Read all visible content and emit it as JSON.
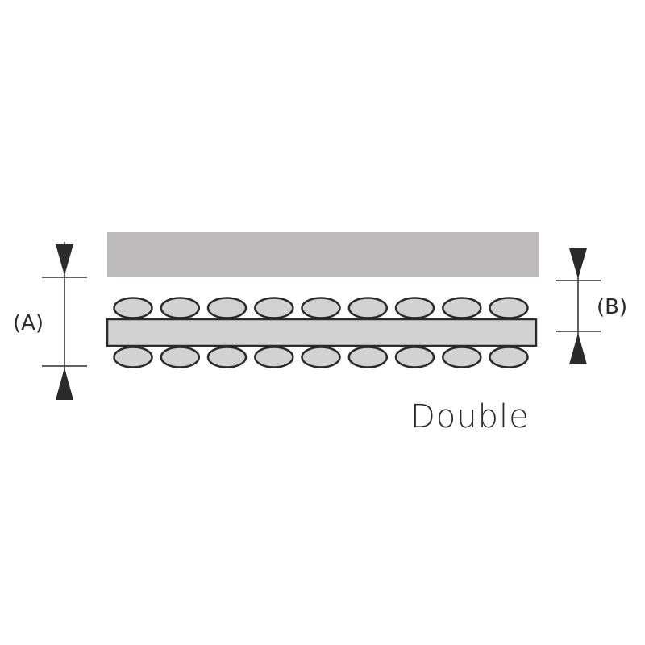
{
  "labels": {
    "dimension_a": "(A)",
    "dimension_b": "(B)",
    "caption": "Double"
  },
  "colors": {
    "top_plate": "#bcbabb",
    "core_strip": "#d3d2d3",
    "bead": "#d3d2d3",
    "outline": "#2b2b2b",
    "text": "#2b2b2b"
  },
  "bead_rows": {
    "top_count": 9,
    "bottom_count": 9
  }
}
